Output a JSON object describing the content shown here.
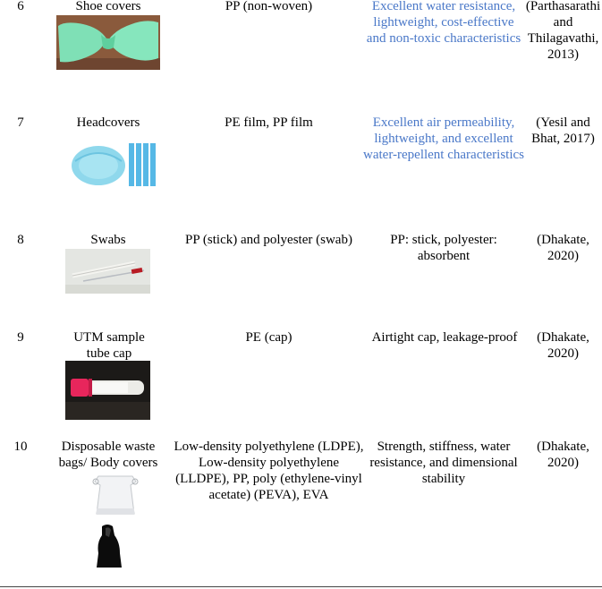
{
  "rows": [
    {
      "num": "6",
      "product": "Shoe covers",
      "material": "PP (non-woven)",
      "properties": "Excellent water resistance, lightweight, cost-effective and non-toxic characteristics",
      "reference": "(Parthasarathi and Thilagavathi, 2013)"
    },
    {
      "num": "7",
      "product": "Headcovers",
      "material": "PE film, PP film",
      "properties": "Excellent air permeability, lightweight, and excellent water-repellent characteristics",
      "reference": "(Yesil and Bhat, 2017)"
    },
    {
      "num": "8",
      "product": "Swabs",
      "material": "PP (stick) and polyester (swab)",
      "properties": "PP: stick, polyester: absorbent",
      "reference": "(Dhakate, 2020)"
    },
    {
      "num": "9",
      "product": "UTM sample tube cap",
      "material": "PE (cap)",
      "properties": "Airtight cap, leakage-proof",
      "reference": "(Dhakate, 2020)"
    },
    {
      "num": "10",
      "product": "Disposable waste bags/ Body covers",
      "material": "Low-density polyethylene (LDPE), Low-density polyethylene (LLDPE), PP, poly (ethylene-vinyl acetate) (PEVA), EVA",
      "properties": "Strength, stiffness, water resistance, and dimensional stability",
      "reference": "(Dhakate, 2020)"
    }
  ],
  "colors": {
    "properties_highlight": "#4a78c8"
  }
}
